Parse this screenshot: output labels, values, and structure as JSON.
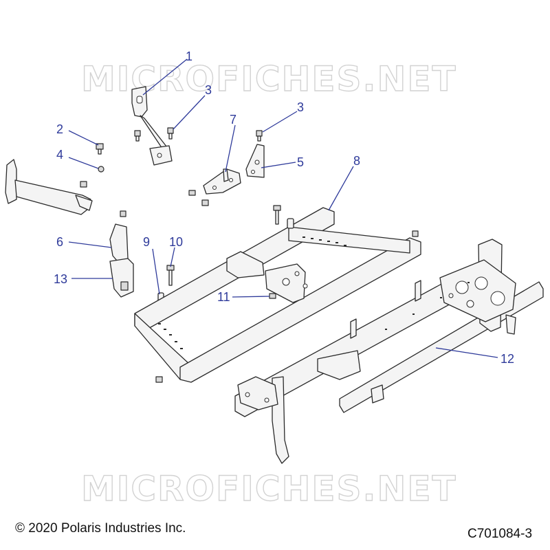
{
  "watermark": {
    "top": "MICROFICHES.NET",
    "bottom": "MICROFICHES.NET"
  },
  "callouts": [
    {
      "label": "1"
    },
    {
      "label": "2"
    },
    {
      "label": "3"
    },
    {
      "label": "3"
    },
    {
      "label": "4"
    },
    {
      "label": "5"
    },
    {
      "label": "6"
    },
    {
      "label": "7"
    },
    {
      "label": "8"
    },
    {
      "label": "9"
    },
    {
      "label": "10"
    },
    {
      "label": "11"
    },
    {
      "label": "12"
    },
    {
      "label": "13"
    }
  ],
  "footer": {
    "copyright": "© 2020 Polaris Industries Inc.",
    "drawing_id": "C701084-3"
  },
  "colors": {
    "callout": "#2e3a9a",
    "line": "#2a2a2a",
    "watermark": "#d2d2d2"
  }
}
